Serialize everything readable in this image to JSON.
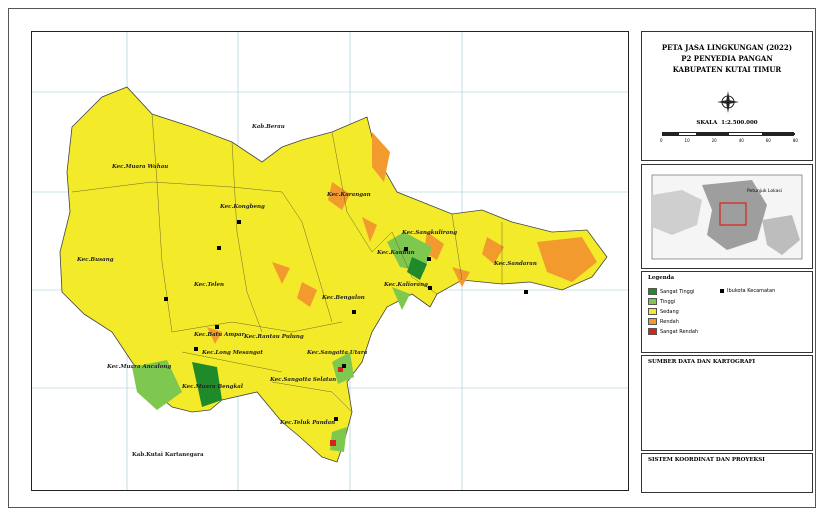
{
  "title_block": {
    "line1": "PETA JASA LINGKUNGAN (2022)",
    "line2": "P2 PENYEDIA PANGAN",
    "line3": "KABUPATEN KUTAI TIMUR",
    "scale_label": "SKALA",
    "scale_value": "1:2.500.000",
    "scale_ticks": [
      "0",
      "10",
      "20",
      "40",
      "60",
      "80"
    ]
  },
  "inset": {
    "label": "Petunjuk Lokasi"
  },
  "legend": {
    "heading": "Legenda",
    "items": [
      {
        "label": "Sangat Tinggi",
        "color": "#1f8a2a"
      },
      {
        "label": "Tinggi",
        "color": "#7ec850"
      },
      {
        "label": "Sedang",
        "color": "#f3ea2a"
      },
      {
        "label": "Rendah",
        "color": "#f29a2e"
      },
      {
        "label": "Sangat Rendah",
        "color": "#d8231c"
      }
    ],
    "capital_label": "Ibukota Kecamatan"
  },
  "source": {
    "heading": "SUMBER DATA DAN KARTOGRAFI"
  },
  "system": {
    "heading": "SISTEM KOORDINAT DAN PROYEKSI"
  },
  "map": {
    "neighbors": {
      "north": "Kab.Berau",
      "south": "Kab.Kutai Kartanegara"
    },
    "districts": [
      "Kec.Muara Wahau",
      "Kec.Kongbeng",
      "Kec.Busang",
      "Kec.Telen",
      "Kec.Karangan",
      "Kec.Sangkulirang",
      "Kec.Kaubun",
      "Kec.Kaliorang",
      "Kec.Sandaran",
      "Kec.Bengalon",
      "Kec.Batu Ampar",
      "Kec.Rantau Pulung",
      "Kec.Long Mesangat",
      "Kec.Muara Ancalong",
      "Kec.Muara Bengkal",
      "Kec.Sangatta Utara",
      "Kec.Sangatta Selatan",
      "Kec.Teluk Pandan"
    ]
  }
}
